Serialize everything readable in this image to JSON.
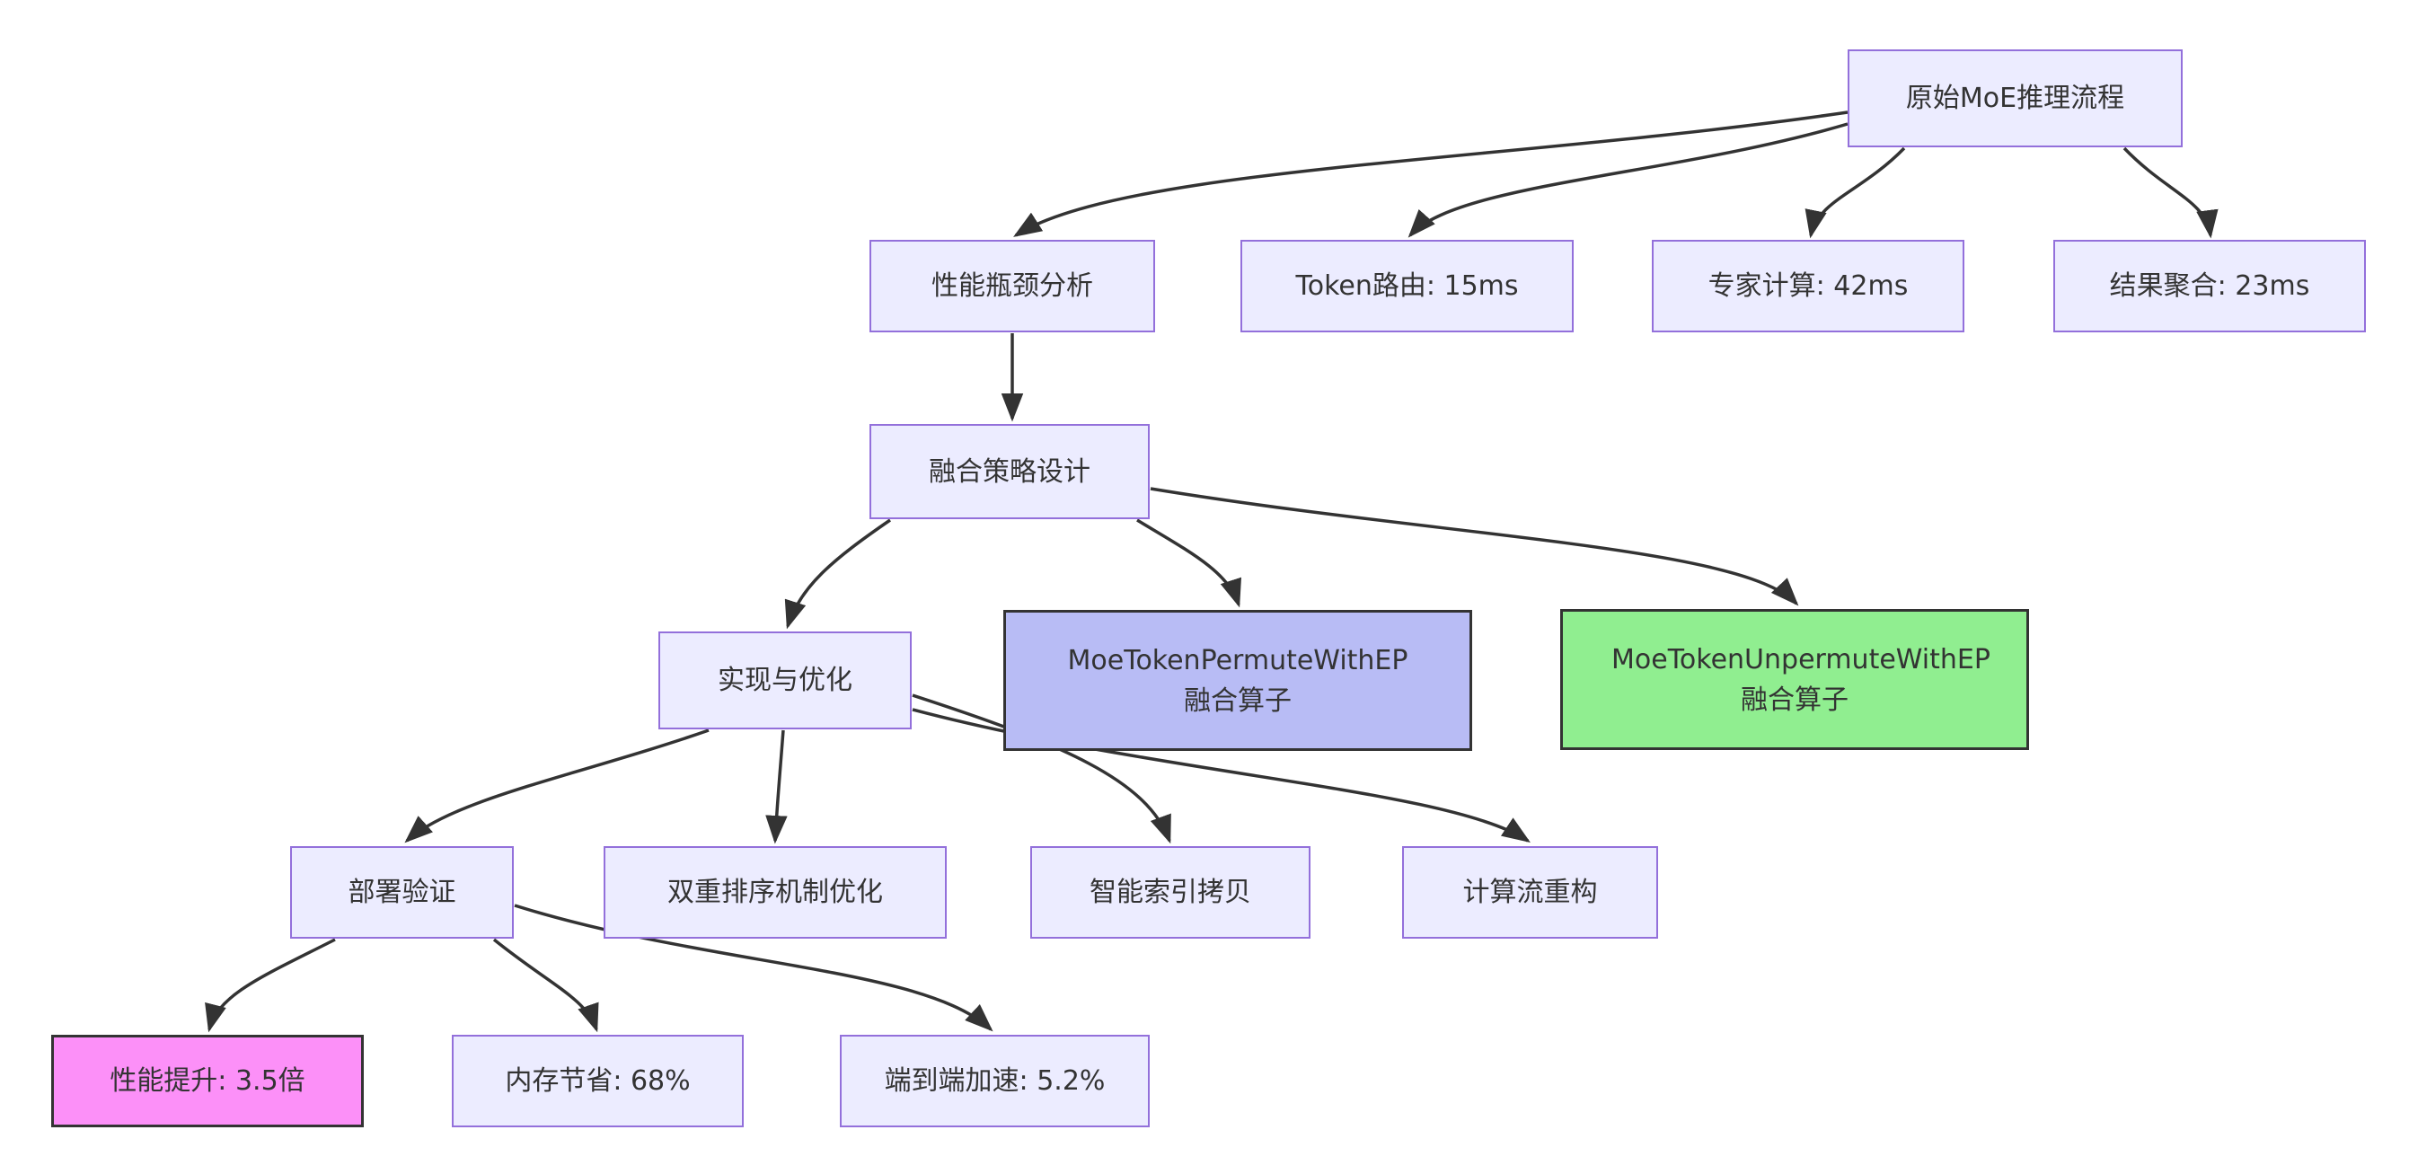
{
  "diagram": {
    "kind": "flowchart",
    "direction": "top-down",
    "nodes": {
      "root": {
        "label": "原始MoE推理流程"
      },
      "bottleneck": {
        "label": "性能瓶颈分析"
      },
      "token_routing": {
        "label": "Token路由: 15ms"
      },
      "expert_compute": {
        "label": "专家计算: 42ms"
      },
      "result_agg": {
        "label": "结果聚合: 23ms"
      },
      "fusion_design": {
        "label": "融合策略设计"
      },
      "impl_opt": {
        "label": "实现与优化"
      },
      "permute_op": {
        "label": "MoeTokenPermuteWithEP融合算子"
      },
      "unpermute_op": {
        "label": "MoeTokenUnpermuteWithEP融合算子"
      },
      "deploy_verify": {
        "label": "部署验证"
      },
      "dual_sort": {
        "label": "双重排序机制优化"
      },
      "smart_index_copy": {
        "label": "智能索引拷贝"
      },
      "stream_restructure": {
        "label": "计算流重构"
      },
      "perf_gain": {
        "label": "性能提升: 3.5倍"
      },
      "mem_saving": {
        "label": "内存节省: 68%"
      },
      "e2e_speedup": {
        "label": "端到端加速: 5.2%"
      }
    },
    "edges": [
      {
        "from": "root",
        "to": "bottleneck"
      },
      {
        "from": "root",
        "to": "token_routing"
      },
      {
        "from": "root",
        "to": "expert_compute"
      },
      {
        "from": "root",
        "to": "result_agg"
      },
      {
        "from": "bottleneck",
        "to": "fusion_design"
      },
      {
        "from": "fusion_design",
        "to": "impl_opt"
      },
      {
        "from": "fusion_design",
        "to": "permute_op"
      },
      {
        "from": "fusion_design",
        "to": "unpermute_op"
      },
      {
        "from": "impl_opt",
        "to": "deploy_verify"
      },
      {
        "from": "impl_opt",
        "to": "dual_sort"
      },
      {
        "from": "impl_opt",
        "to": "smart_index_copy"
      },
      {
        "from": "impl_opt",
        "to": "stream_restructure"
      },
      {
        "from": "deploy_verify",
        "to": "perf_gain"
      },
      {
        "from": "deploy_verify",
        "to": "mem_saving"
      },
      {
        "from": "deploy_verify",
        "to": "e2e_speedup"
      }
    ],
    "colors": {
      "canvas_bg": "#ffffff",
      "node_fill": "#ececff",
      "node_border": "#9370db",
      "edge": "#333333",
      "text": "#333333",
      "permute_fill": "#b8bcf5",
      "unpermute_fill": "#90ee90",
      "perf_gain_fill": "#fc90f8",
      "highlight_border": "#333333"
    }
  }
}
